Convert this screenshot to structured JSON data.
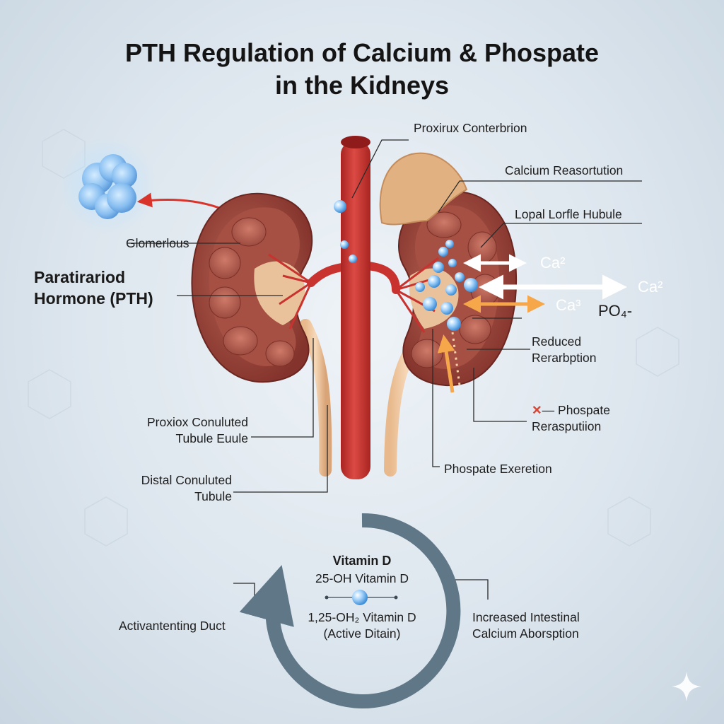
{
  "title": {
    "line1": "PTH Regulation of Calcium & Phospate",
    "line2": "in the Kidneys"
  },
  "labels": {
    "proxirux": "Proxirux Conterbrion",
    "calcium_reasortution": "Calcium Reasortution",
    "lopal": "Lopal Lorfle Hubule",
    "glomerlous": "Glomerlous",
    "pth_line1": "Paratirariod",
    "pth_line2": "Hormone (PTH)",
    "reduced_line1": "Reduced",
    "reduced_line2": "Rerarbption",
    "phospate_reab_line1": "Phospate",
    "phospate_reab_line2": "Rerasputiion",
    "proxiox_line1": "Proxiox Conuluted",
    "proxiox_line2": "Tubule Euule",
    "phospate_excretion": "Phospate Exeretion",
    "distal_line1": "Distal Conuluted",
    "distal_line2": "Tubule",
    "activanting": "Activantenting Duct",
    "increased_line1": "Increased Intestinal",
    "increased_line2": "Calcium Aborsption"
  },
  "ions": {
    "ca_top": "Ca²",
    "ca_right": "Ca²",
    "ca_orange": "Ca³",
    "po4": "PO₄-"
  },
  "vitamin_d": {
    "title": "Vitamin D",
    "step1": "25-OH Vitamin D",
    "step2": "1,25-OH₂ Vitamin D",
    "step3": "(Active Ditain)"
  },
  "colors": {
    "artery": "#c8322f",
    "kidney_outer": "#8e3a32",
    "kidney_inner": "#b0564a",
    "pelvis": "#e9c29b",
    "gland": "#7fb6ec",
    "adrenal": "#e1b182",
    "arrow_white": "#ffffff",
    "arrow_orange": "#f5a74a",
    "arrow_red": "#d9342b",
    "cycle": "#5f7787"
  }
}
